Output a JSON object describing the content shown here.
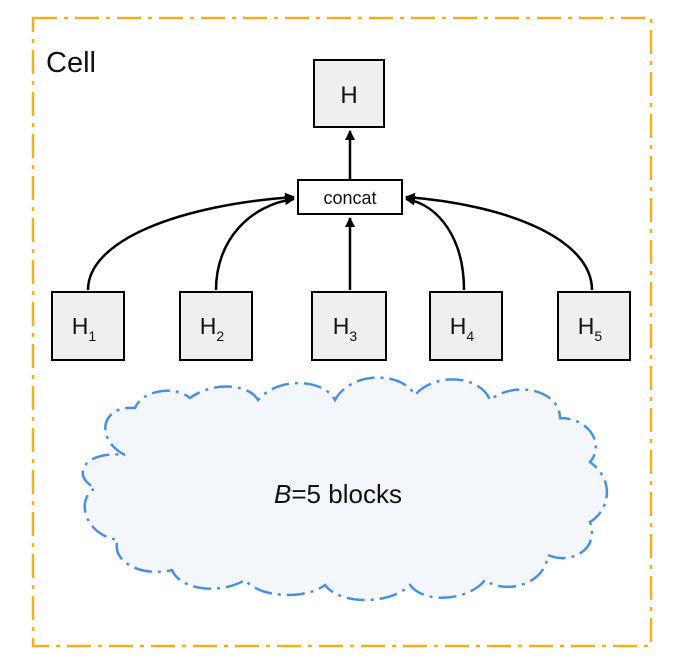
{
  "cell": {
    "label": "Cell",
    "border_color": "#f2b01e"
  },
  "output": {
    "label": "H"
  },
  "concat": {
    "label": "concat"
  },
  "hidden_states": [
    {
      "base": "H",
      "sub": "1"
    },
    {
      "base": "H",
      "sub": "2"
    },
    {
      "base": "H",
      "sub": "3"
    },
    {
      "base": "H",
      "sub": "4"
    },
    {
      "base": "H",
      "sub": "5"
    }
  ],
  "blocks": {
    "variable": "B",
    "text": "=5 blocks",
    "outline_color": "#4a90e2",
    "fill_color": "#f3f6fa"
  },
  "box_fill": "#efefef"
}
